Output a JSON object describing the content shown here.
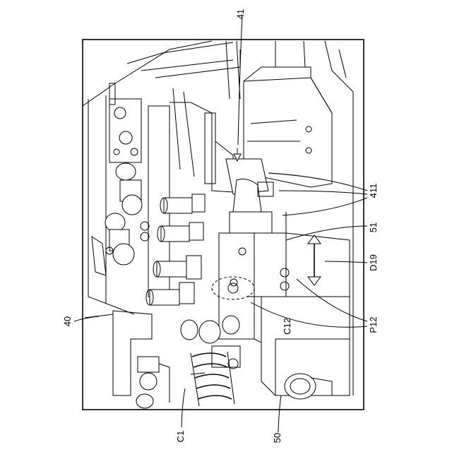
{
  "labels": {
    "l41": "41",
    "l411": "411",
    "l51": "51",
    "lD19": "D19",
    "lP12": "P12",
    "lC12": "C12",
    "l40": "40",
    "l50": "50",
    "lC1": "C1"
  }
}
